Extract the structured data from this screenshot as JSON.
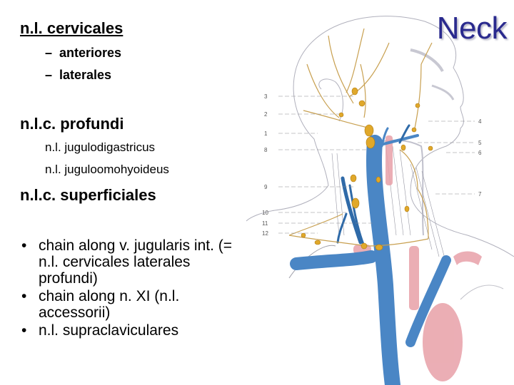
{
  "slide": {
    "title": "Neck",
    "title_color": "#2a2a8e",
    "sections": {
      "cervicales": {
        "heading": "n.l. cervicales",
        "items": [
          {
            "marker": "–",
            "label": "anteriores"
          },
          {
            "marker": "–",
            "label": "laterales"
          }
        ]
      },
      "profundi": {
        "heading": "n.l.c. profundi",
        "items": [
          "n.l. jugulodigastricus",
          "n.l. juguloomohyoideus"
        ]
      },
      "superficiales": {
        "heading": "n.l.c. superficiales"
      }
    },
    "bullets": [
      {
        "marker": "•",
        "text": "chain along v. jugularis int. (= n.l. cervicales laterales profundi)"
      },
      {
        "marker": "•",
        "text": "chain along n. XI (n.l. accessorii)"
      },
      {
        "marker": "•",
        "text": "n.l. supraclaviculares"
      }
    ]
  },
  "figure": {
    "description": "anatomical illustration of neck lymph nodes and veins",
    "colors": {
      "vein": "#4a86c5",
      "node": "#e0a82a",
      "artery": "#e8a0a8",
      "outline": "#9a9aa8"
    },
    "labels_left": [
      "3",
      "2",
      "1",
      "8",
      "9",
      "10",
      "11",
      "12"
    ],
    "labels_right": [
      "4",
      "5",
      "6",
      "7"
    ]
  }
}
